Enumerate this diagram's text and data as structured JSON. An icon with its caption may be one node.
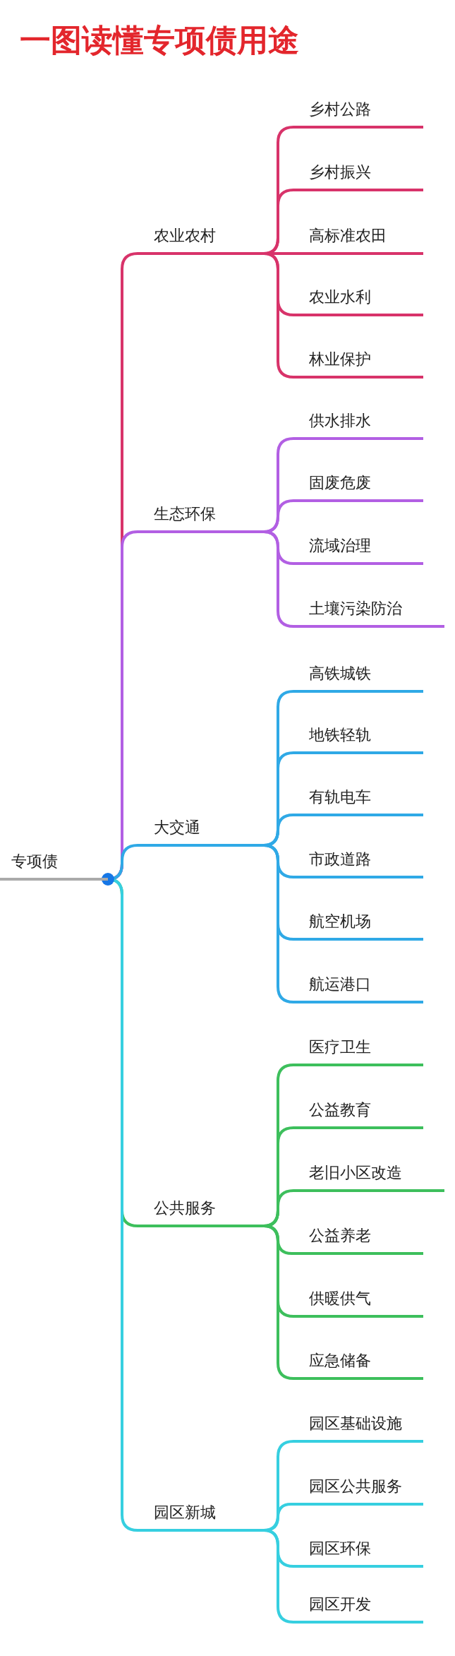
{
  "diagram": {
    "title": "一图读懂专项债用途",
    "nodes": [
      {
        "text": [
          "专项债"
        ]
      },
      {
        "text": [
          "农业农村"
        ]
      },
      {
        "text": [
          "乡村公路"
        ]
      },
      {
        "text": [
          "乡村振兴"
        ]
      },
      {
        "text": [
          "高标准农田"
        ]
      },
      {
        "text": [
          "农业水利"
        ]
      },
      {
        "text": [
          "林业保护"
        ]
      },
      {
        "text": [
          "生态环保"
        ]
      },
      {
        "text": [
          "供水排水"
        ]
      },
      {
        "text": [
          "固废危废"
        ]
      },
      {
        "text": [
          "流域治理"
        ]
      },
      {
        "text": [
          "土壤污染防治"
        ]
      },
      {
        "text": [
          "大交通"
        ]
      },
      {
        "text": [
          "高铁城铁"
        ]
      },
      {
        "text": [
          "地铁轻轨"
        ]
      },
      {
        "text": [
          "有轨电车"
        ]
      },
      {
        "text": [
          "市政道路"
        ]
      },
      {
        "text": [
          "航空机场"
        ]
      },
      {
        "text": [
          "航运港口"
        ]
      },
      {
        "text": [
          "公共服务"
        ]
      },
      {
        "text": [
          "医疗卫生"
        ]
      },
      {
        "text": [
          "公益教育"
        ]
      },
      {
        "text": [
          "老旧小区改造"
        ]
      },
      {
        "text": [
          "公益养老"
        ]
      },
      {
        "text": [
          "供暖供气"
        ]
      },
      {
        "text": [
          "应急储备"
        ]
      },
      {
        "text": [
          "园区新城"
        ]
      },
      {
        "text": [
          "园区基础设施"
        ]
      },
      {
        "text": [
          "园区公共服务"
        ]
      },
      {
        "text": [
          "园区环保"
        ]
      },
      {
        "text": [
          "园区开发"
        ]
      }
    ],
    "edges": [
      {
        "from": 0,
        "to": 1,
        "arrow": "none",
        "color": "#d8336a"
      },
      {
        "from": 1,
        "to": 2,
        "arrow": "none",
        "color": "#d8336a"
      },
      {
        "from": 1,
        "to": 3,
        "arrow": "none",
        "color": "#d8336a"
      },
      {
        "from": 1,
        "to": 4,
        "arrow": "none",
        "color": "#d8336a"
      },
      {
        "from": 1,
        "to": 5,
        "arrow": "none",
        "color": "#d8336a"
      },
      {
        "from": 1,
        "to": 6,
        "arrow": "none",
        "color": "#d8336a"
      },
      {
        "from": 0,
        "to": 7,
        "arrow": "none",
        "color": "#b25fe3"
      },
      {
        "from": 7,
        "to": 8,
        "arrow": "none",
        "color": "#b25fe3"
      },
      {
        "from": 7,
        "to": 9,
        "arrow": "none",
        "color": "#b25fe3"
      },
      {
        "from": 7,
        "to": 10,
        "arrow": "none",
        "color": "#b25fe3"
      },
      {
        "from": 7,
        "to": 11,
        "arrow": "none",
        "color": "#b25fe3"
      },
      {
        "from": 0,
        "to": 12,
        "arrow": "none",
        "color": "#2fa9e6"
      },
      {
        "from": 12,
        "to": 13,
        "arrow": "none",
        "color": "#2fa9e6"
      },
      {
        "from": 12,
        "to": 14,
        "arrow": "none",
        "color": "#2fa9e6"
      },
      {
        "from": 12,
        "to": 15,
        "arrow": "none",
        "color": "#2fa9e6"
      },
      {
        "from": 12,
        "to": 16,
        "arrow": "none",
        "color": "#2fa9e6"
      },
      {
        "from": 12,
        "to": 17,
        "arrow": "none",
        "color": "#2fa9e6"
      },
      {
        "from": 12,
        "to": 18,
        "arrow": "none",
        "color": "#2fa9e6"
      },
      {
        "from": 0,
        "to": 19,
        "arrow": "none",
        "color": "#3dbf5c"
      },
      {
        "from": 19,
        "to": 20,
        "arrow": "none",
        "color": "#3dbf5c"
      },
      {
        "from": 19,
        "to": 21,
        "arrow": "none",
        "color": "#3dbf5c"
      },
      {
        "from": 19,
        "to": 22,
        "arrow": "none",
        "color": "#3dbf5c"
      },
      {
        "from": 19,
        "to": 23,
        "arrow": "none",
        "color": "#3dbf5c"
      },
      {
        "from": 19,
        "to": 24,
        "arrow": "none",
        "color": "#3dbf5c"
      },
      {
        "from": 19,
        "to": 25,
        "arrow": "none",
        "color": "#3dbf5c"
      },
      {
        "from": 0,
        "to": 26,
        "arrow": "none",
        "color": "#36cfe0"
      },
      {
        "from": 26,
        "to": 27,
        "arrow": "none",
        "color": "#36cfe0"
      },
      {
        "from": 26,
        "to": 28,
        "arrow": "none",
        "color": "#36cfe0"
      },
      {
        "from": 26,
        "to": 29,
        "arrow": "none",
        "color": "#36cfe0"
      },
      {
        "from": 26,
        "to": 30,
        "arrow": "none",
        "color": "#36cfe0"
      }
    ]
  }
}
